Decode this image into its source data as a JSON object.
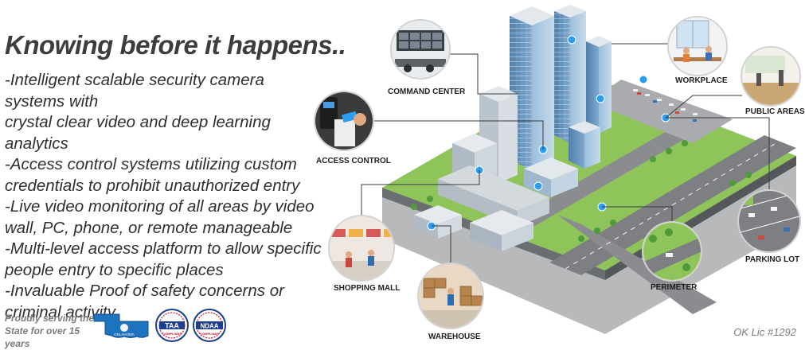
{
  "headline": "Knowing before it happens..",
  "bullets": [
    "-Intelligent scalable security camera systems with",
    "crystal clear video and deep learning analytics",
    "-Access control systems utilizing custom",
    "credentials to prohibit unauthorized entry",
    "-Live video monitoring of all areas by video",
    "wall, PC, phone, or remote manageable",
    "-Multi-level access platform to allow specific",
    "people entry to specific places",
    "-Invaluable Proof of safety concerns or",
    "criminal activity"
  ],
  "footer": {
    "serving_line1": "Proudly serving the",
    "serving_line2": "State for over 15 years",
    "state_badge_text": "OKLAHOMA",
    "taa_text": "TAA",
    "taa_sub": "COMPLIANT",
    "ndaa_text": "NDAA",
    "ndaa_sub": "COMPLIANT",
    "license": "OK Lic #1292"
  },
  "locations": {
    "command_center": "COMMAND CENTER",
    "workplace": "WORKPLACE",
    "public_areas": "PUBLIC AREAS",
    "access_control": "ACCESS CONTROL",
    "parking_lot": "PARKING LOT",
    "shopping_mall": "SHOPPING MALL",
    "perimeter": "PERIMETER",
    "warehouse": "WAREHOUSE"
  },
  "colors": {
    "grass": "#8fc45a",
    "road": "#7d7f82",
    "building_glass": "#5f8fb8",
    "building_light": "#d6dde4",
    "camera_marker": "#2a9df4",
    "leader_line": "#3a3a3a",
    "oklahoma_blue": "#1e73be"
  }
}
